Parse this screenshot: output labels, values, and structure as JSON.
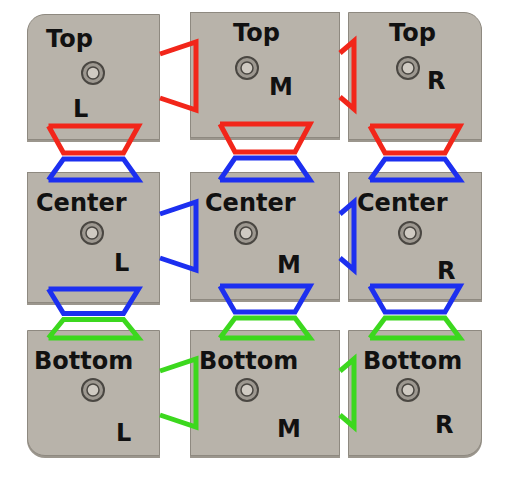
{
  "diagram": {
    "nodes": [
      {
        "text": [
          "Top",
          "L"
        ]
      },
      {
        "text": [
          "Top",
          "M"
        ]
      },
      {
        "text": [
          "Top",
          "R"
        ]
      },
      {
        "text": [
          "Center",
          "L"
        ]
      },
      {
        "text": [
          "Center",
          "M"
        ]
      },
      {
        "text": [
          "Center",
          "R"
        ]
      },
      {
        "text": [
          "Bottom",
          "L"
        ]
      },
      {
        "text": [
          "Bottom",
          "M"
        ]
      },
      {
        "text": [
          "Bottom",
          "R"
        ]
      }
    ],
    "edges": [
      {
        "from": 0,
        "to": 1,
        "arrow": "none"
      },
      {
        "from": 1,
        "to": 2,
        "arrow": "none"
      },
      {
        "from": 0,
        "to": 3,
        "arrow": "none"
      },
      {
        "from": 1,
        "to": 4,
        "arrow": "none"
      },
      {
        "from": 2,
        "to": 5,
        "arrow": "none"
      },
      {
        "from": 3,
        "to": 4,
        "arrow": "none"
      },
      {
        "from": 4,
        "to": 5,
        "arrow": "none"
      },
      {
        "from": 3,
        "to": 6,
        "arrow": "none"
      },
      {
        "from": 4,
        "to": 7,
        "arrow": "none"
      },
      {
        "from": 5,
        "to": 8,
        "arrow": "none"
      },
      {
        "from": 6,
        "to": 7,
        "arrow": "none"
      },
      {
        "from": 7,
        "to": 8,
        "arrow": "none"
      }
    ]
  }
}
